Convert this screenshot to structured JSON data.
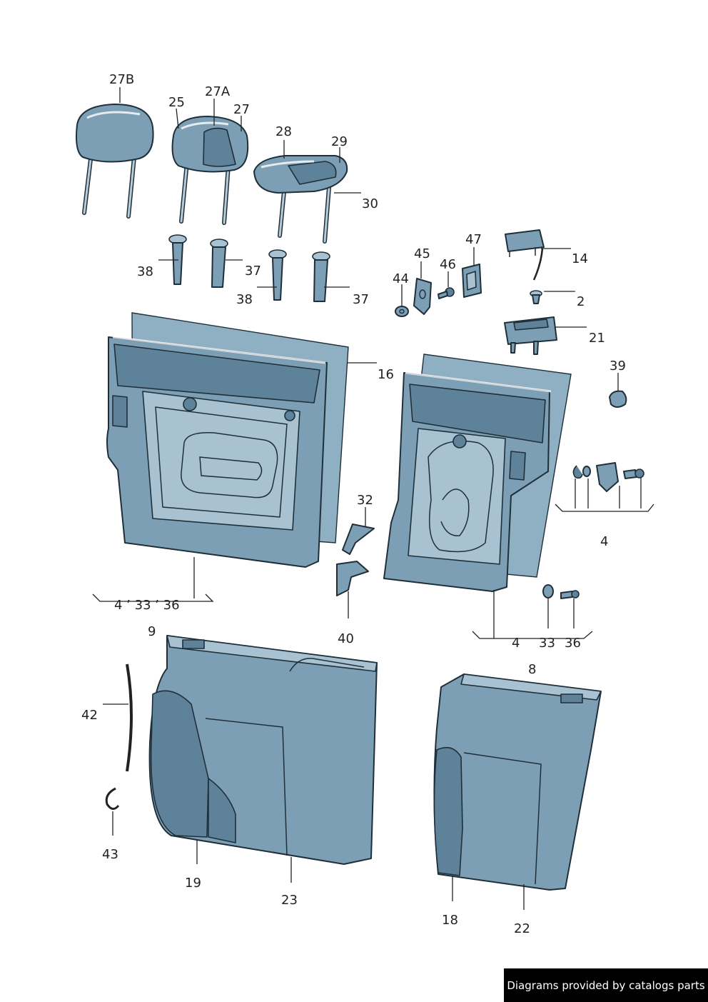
{
  "diagram": {
    "labels": {
      "l27b": "27B",
      "l27a": "27A",
      "l25": "25",
      "l27": "27",
      "l28": "28",
      "l29": "29",
      "l30": "30",
      "l38a": "38",
      "l37a": "37",
      "l38b": "38",
      "l37b": "37",
      "l45": "45",
      "l47": "47",
      "l44": "44",
      "l46": "46",
      "l14": "14",
      "l2": "2",
      "l21": "21",
      "l16": "16",
      "l39": "39",
      "l32": "32",
      "l4r": "4",
      "l9group": "4 ’ 33 ’ 36",
      "l9": "9",
      "l40": "40",
      "l8g4": "4",
      "l8g33": "33",
      "l8g36": "36",
      "l8": "8",
      "l42": "42",
      "l43": "43",
      "l19": "19",
      "l23": "23",
      "l18": "18",
      "l22": "22"
    },
    "colors": {
      "part": "#7c9fb5",
      "outline": "#1f2f3a",
      "highlight": "#ffffff"
    }
  },
  "footer": {
    "credit": "Diagrams provided by catalogs parts"
  }
}
